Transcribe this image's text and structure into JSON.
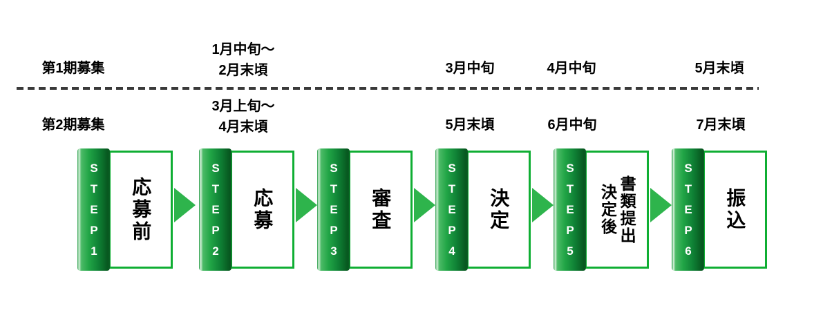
{
  "colors": {
    "bar_green_light": "#8fd69d",
    "bar_green": "#1ba345",
    "bar_green_dark": "#07571f",
    "box_border": "#0fae33",
    "arrow": "#2eb44c",
    "dash_line": "#3a3a3a",
    "text": "#000000",
    "step_text": "#ffffff",
    "background": "#ffffff"
  },
  "timeline": {
    "rows": [
      {
        "period_label": "第1期募集",
        "dates": [
          {
            "line1": "1月中旬～",
            "line2": "2月末頃"
          },
          {
            "line1": "3月中旬"
          },
          {
            "line1": "4月中旬"
          },
          {
            "line1": "5月末頃"
          }
        ]
      },
      {
        "period_label": "第2期募集",
        "dates": [
          {
            "line1": "3月上旬～",
            "line2": "4月末頃"
          },
          {
            "line1": "5月末頃"
          },
          {
            "line1": "6月中旬"
          },
          {
            "line1": "7月末頃"
          }
        ]
      }
    ]
  },
  "steps": [
    {
      "id": "STEP1",
      "title": "応募前"
    },
    {
      "id": "STEP2",
      "title": "応募"
    },
    {
      "id": "STEP3",
      "title": "審査"
    },
    {
      "id": "STEP4",
      "title": "決定"
    },
    {
      "id": "STEP5",
      "title": "書類提出\n決定後"
    },
    {
      "id": "STEP6",
      "title": "振込"
    }
  ]
}
